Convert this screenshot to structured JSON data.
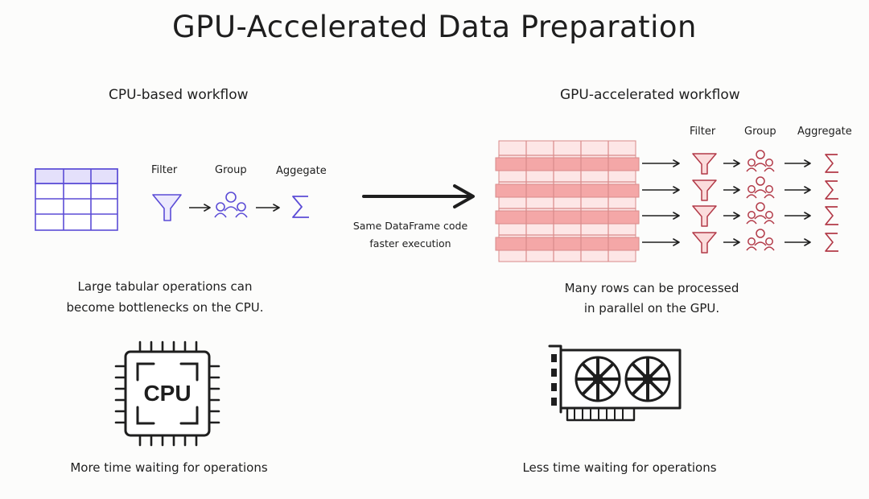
{
  "title": "GPU-Accelerated Data Preparation",
  "cpu": {
    "heading": "CPU-based workflow",
    "steps": [
      "Filter",
      "Group",
      "Aggegate"
    ],
    "caption_lines": [
      "Large tabular operations can",
      "become bottlenecks on the CPU."
    ],
    "chip_label": "CPU",
    "footer": "More time waiting for operations",
    "accent_color": "#5b4cd6",
    "fill_color": "#e4e0fb"
  },
  "middle": {
    "caption_lines": [
      "Same DataFrame code",
      "faster execution"
    ]
  },
  "gpu": {
    "heading": "GPU-accelerated workflow",
    "steps": [
      "Filter",
      "Group",
      "Aggregate"
    ],
    "caption_lines": [
      "Many rows can be processed",
      "in parallel on the GPU."
    ],
    "footer": "Less time waiting for operations",
    "accent_color": "#b23a48",
    "fill_color": "#fbdcdc",
    "row_color": "#f4a7a7"
  }
}
